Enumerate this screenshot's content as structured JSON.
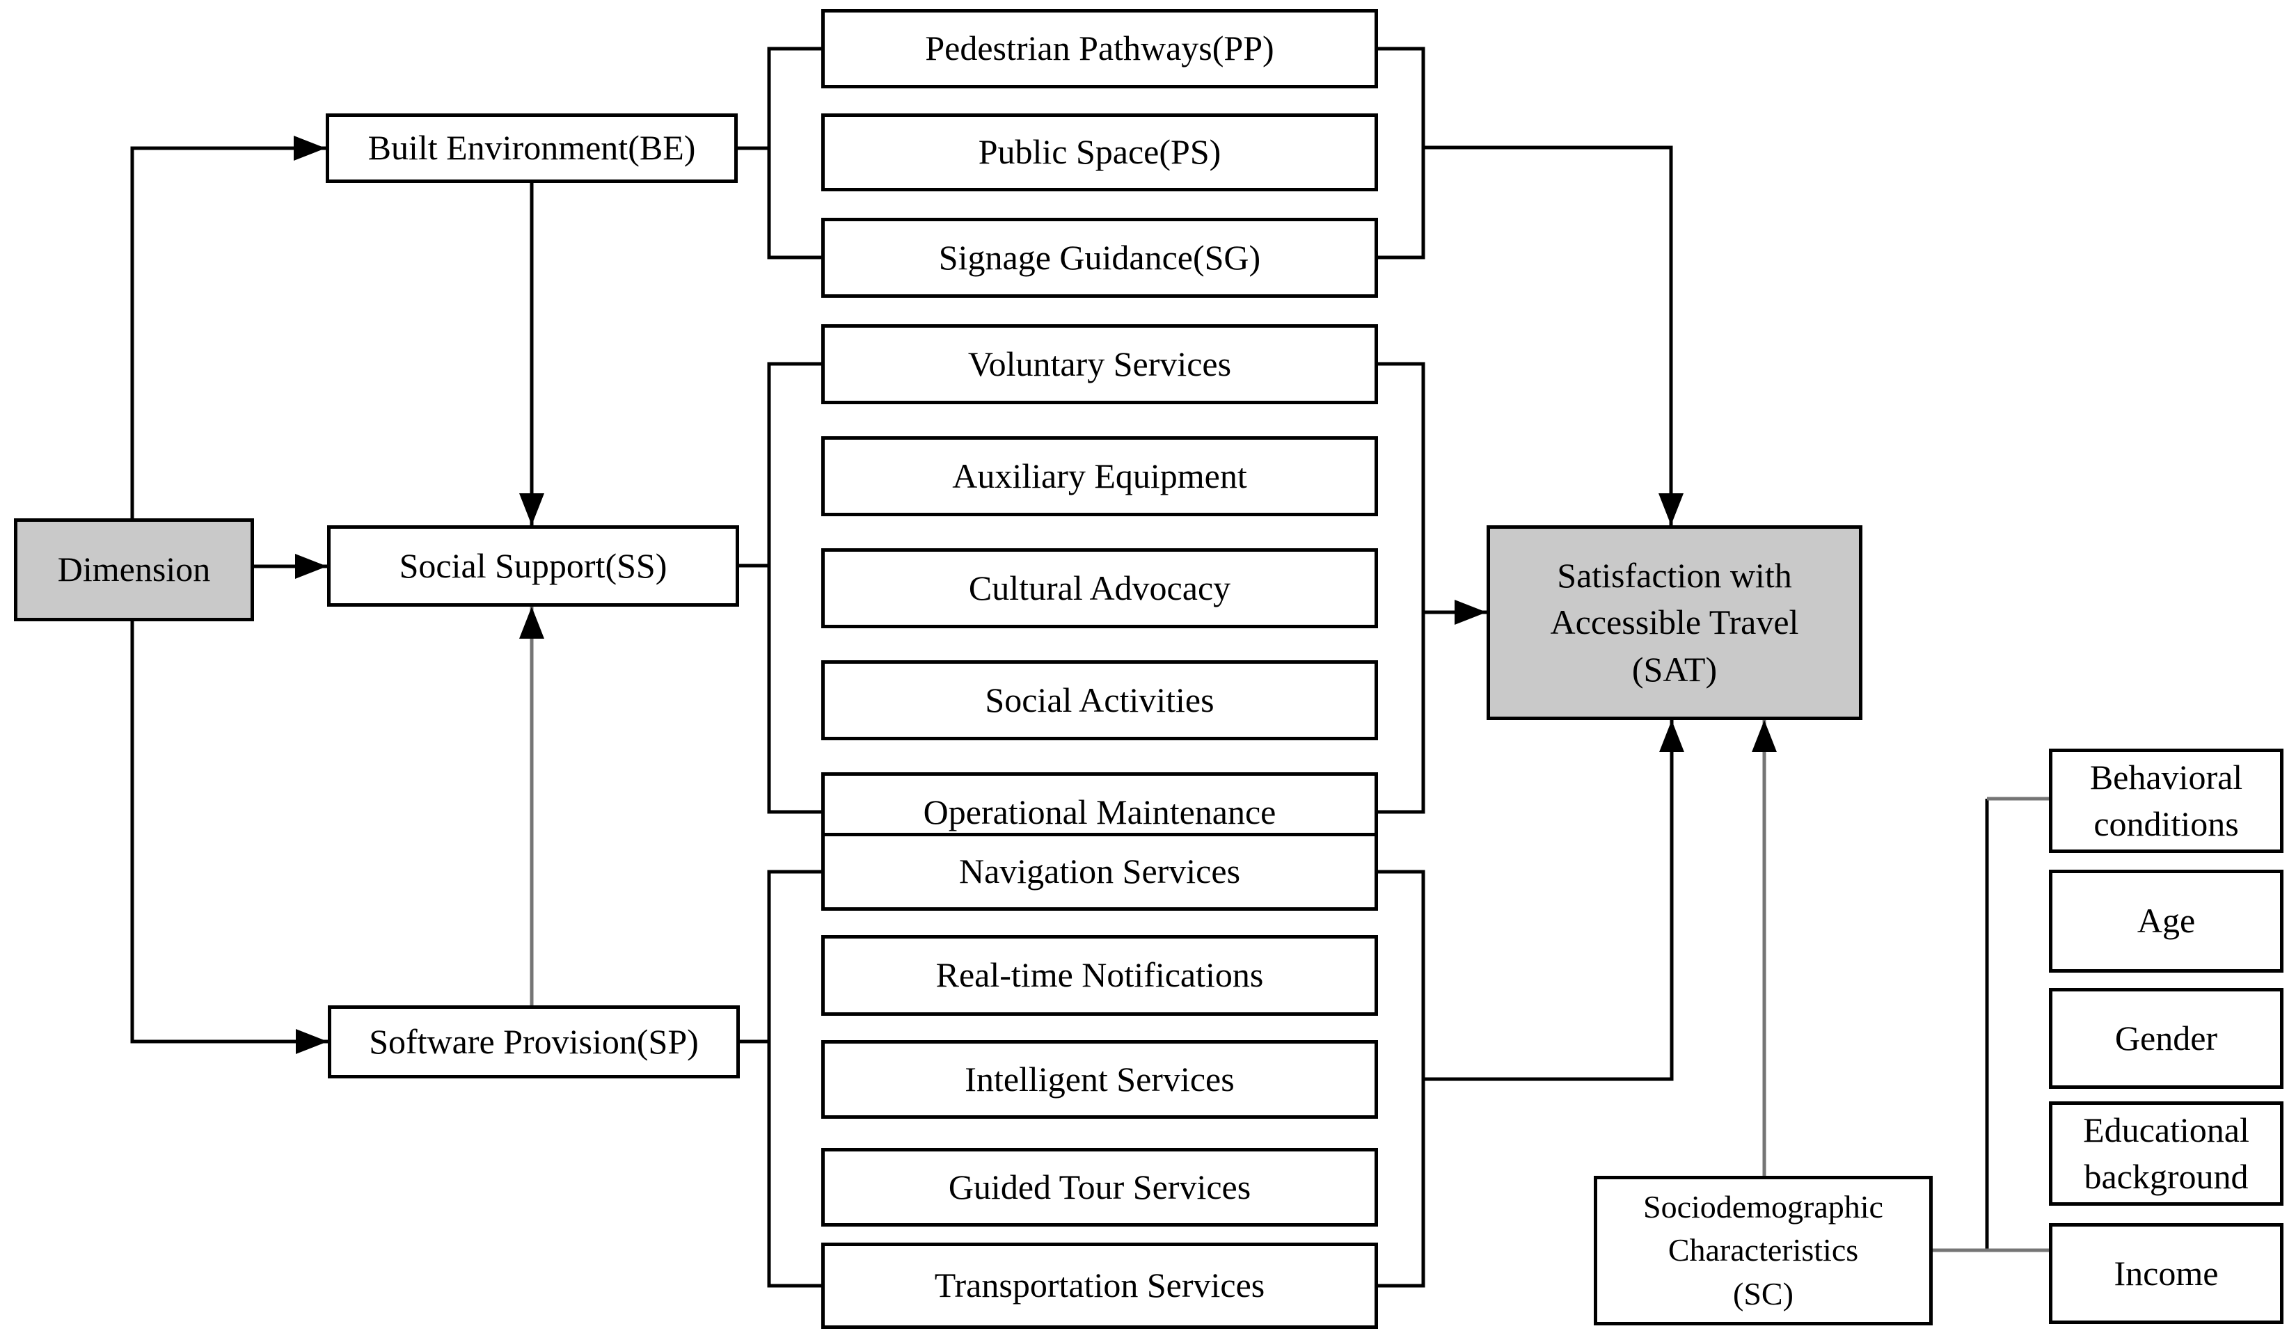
{
  "figure": {
    "background": "#ffffff",
    "highlight_fill": "#c9c9c9",
    "line_color": "#000000",
    "secondary_line_color": "#757575"
  },
  "nodes": {
    "dimension": {
      "label": "Dimension"
    },
    "built_environment": {
      "label": "Built Environment(BE)"
    },
    "social_support": {
      "label": "Social Support(SS)"
    },
    "software_provision": {
      "label": "Software Provision(SP)"
    },
    "sat": {
      "label": "Satisfaction with\nAccessible Travel\n(SAT)"
    },
    "sc": {
      "label": "Sociodemographic\nCharacteristics\n(SC)"
    }
  },
  "be_indicators": [
    {
      "label": "Pedestrian Pathways(PP)"
    },
    {
      "label": "Public Space(PS)"
    },
    {
      "label": "Signage Guidance(SG)"
    }
  ],
  "ss_indicators": [
    {
      "label": "Voluntary Services"
    },
    {
      "label": "Auxiliary Equipment"
    },
    {
      "label": "Cultural Advocacy"
    },
    {
      "label": "Social Activities"
    },
    {
      "label": "Operational Maintenance"
    }
  ],
  "sp_indicators": [
    {
      "label": "Navigation Services"
    },
    {
      "label": "Real-time Notifications"
    },
    {
      "label": "Intelligent Services"
    },
    {
      "label": "Guided Tour Services"
    },
    {
      "label": "Transportation Services"
    }
  ],
  "sc_indicators": [
    {
      "label": "Behavioral\nconditions"
    },
    {
      "label": "Age"
    },
    {
      "label": "Gender"
    },
    {
      "label": "Educational\nbackground"
    },
    {
      "label": "Income"
    }
  ]
}
